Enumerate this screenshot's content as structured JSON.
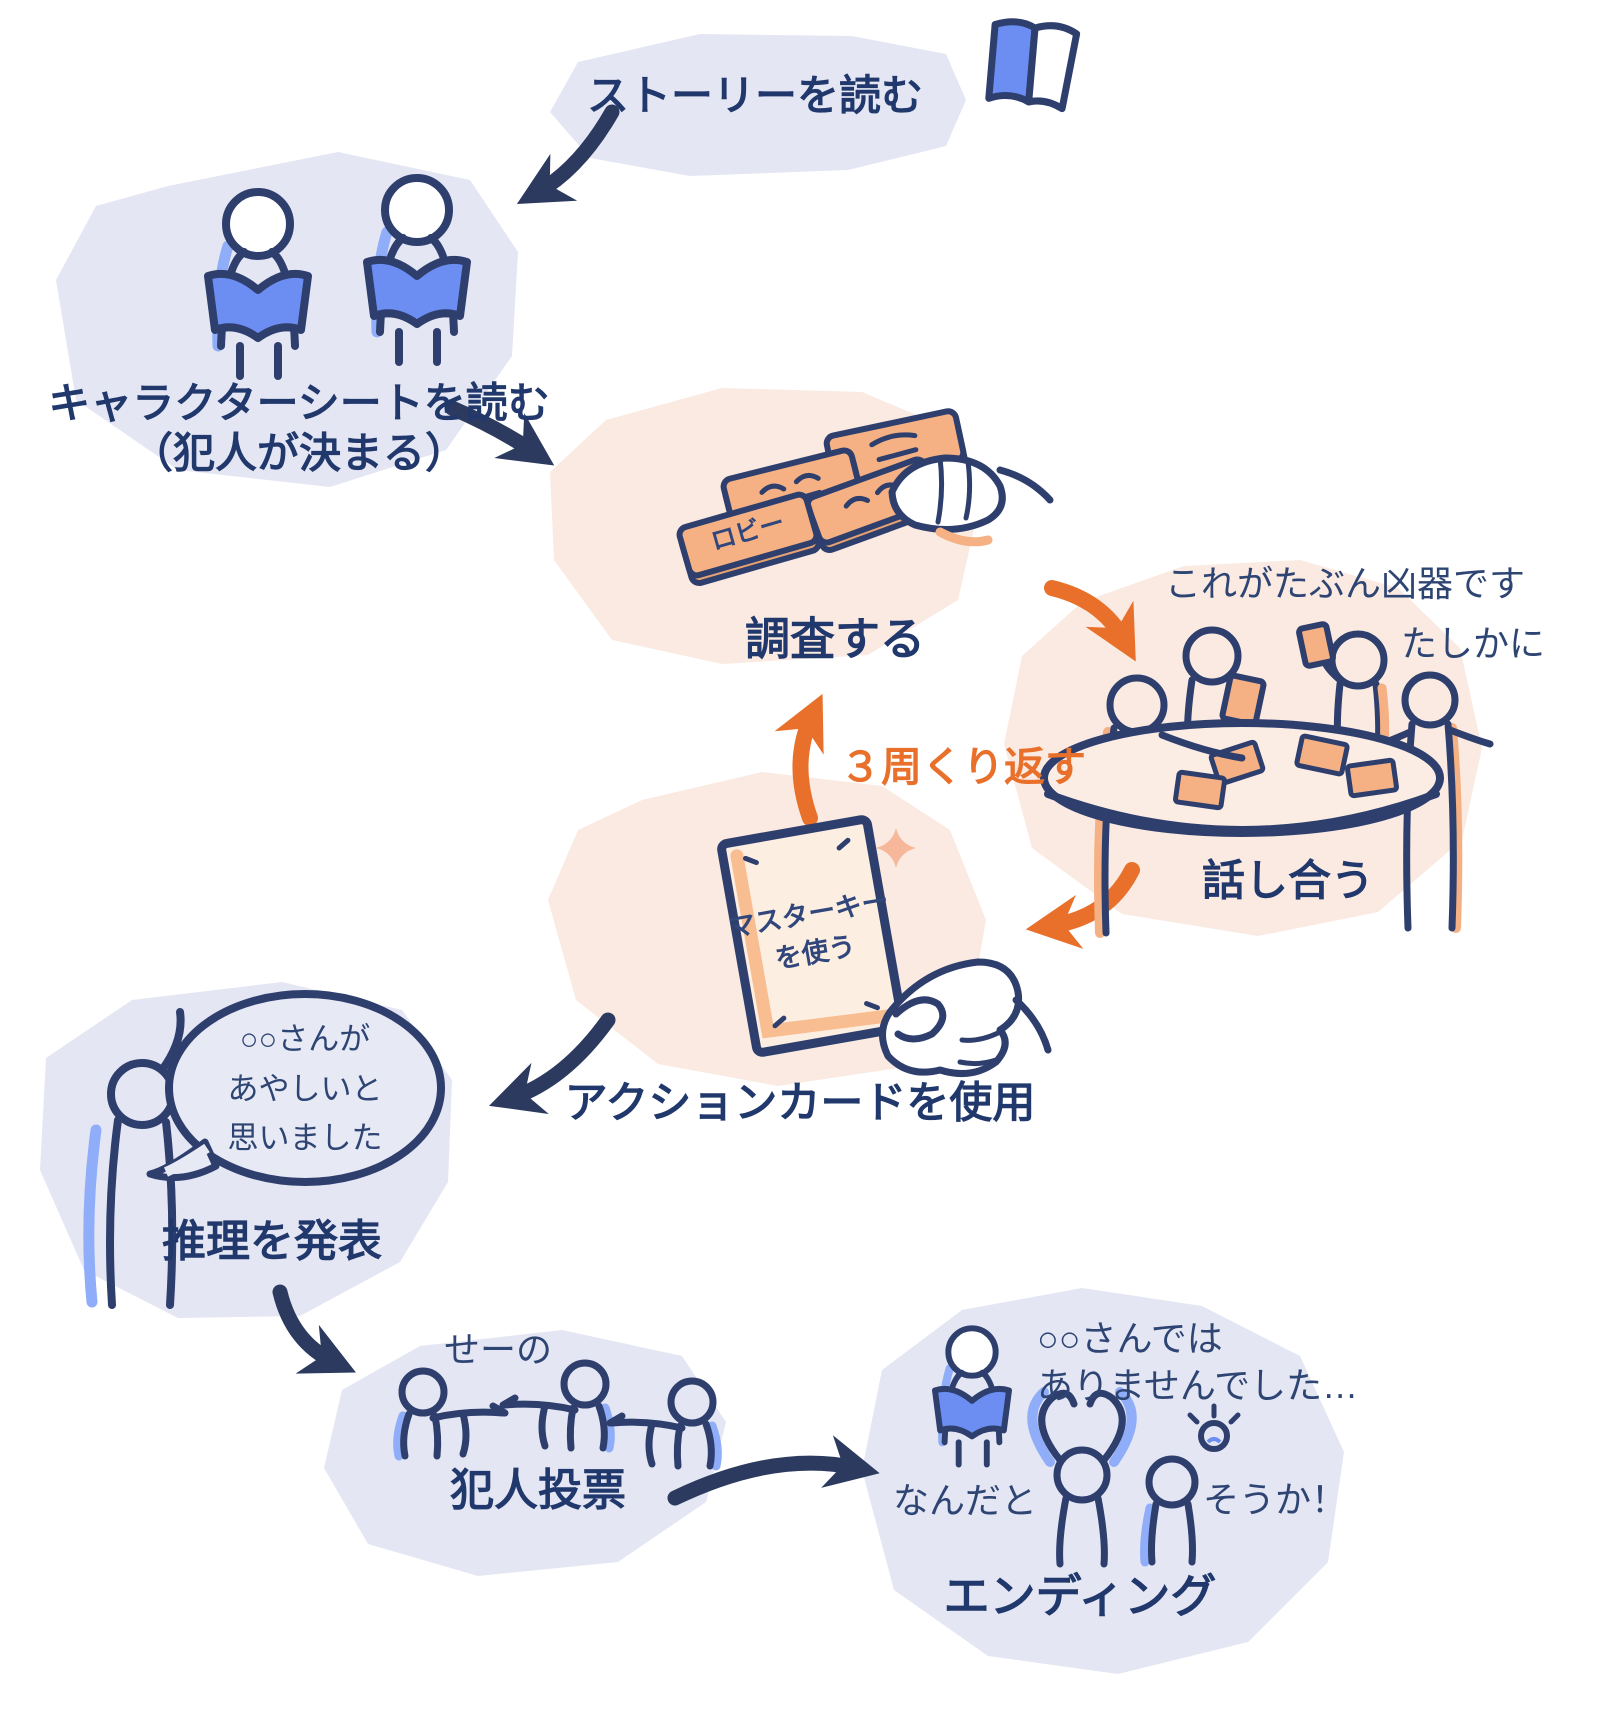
{
  "palette": {
    "navy_text": "#21386c",
    "navy_line": "#2e3f6e",
    "arrow_navy": "#2b3a5e",
    "orange": "#e8702b",
    "lavender_blob": "#e4e6f3",
    "peach_blob": "#faeae2",
    "book_blue": "#6c8ef2",
    "accent_blue": "#8fadf8",
    "card_orange": "#f5b183"
  },
  "flow": {
    "read_story": {
      "label": "ストーリーを読む"
    },
    "read_character_sheet": {
      "label": "キャラクターシートを読む",
      "sublabel": "（犯人が決まる）"
    },
    "investigate": {
      "label": "調査する",
      "card_label": "ロビー"
    },
    "discuss": {
      "label": "話し合う",
      "speech_weapon": "これがたぶん凶器です",
      "speech_agree": "たしかに"
    },
    "repeat": {
      "label": "３周くり返す"
    },
    "use_action_card": {
      "label": "アクションカードを使用",
      "card_line1": "マスターキー",
      "card_line2": "を使う"
    },
    "announce_deduction": {
      "label": "推理を発表",
      "speech_line1": "○○さんが",
      "speech_line2": "あやしいと",
      "speech_line3": "思いました"
    },
    "vote_culprit": {
      "label": "犯人投票",
      "speech_ready": "せーの"
    },
    "ending": {
      "label": "エンディング",
      "speech_reveal_line1": "○○さんでは",
      "speech_reveal_line2": "ありませんでした…",
      "speech_shock": "なんだと",
      "speech_realize": "そうか！"
    }
  }
}
